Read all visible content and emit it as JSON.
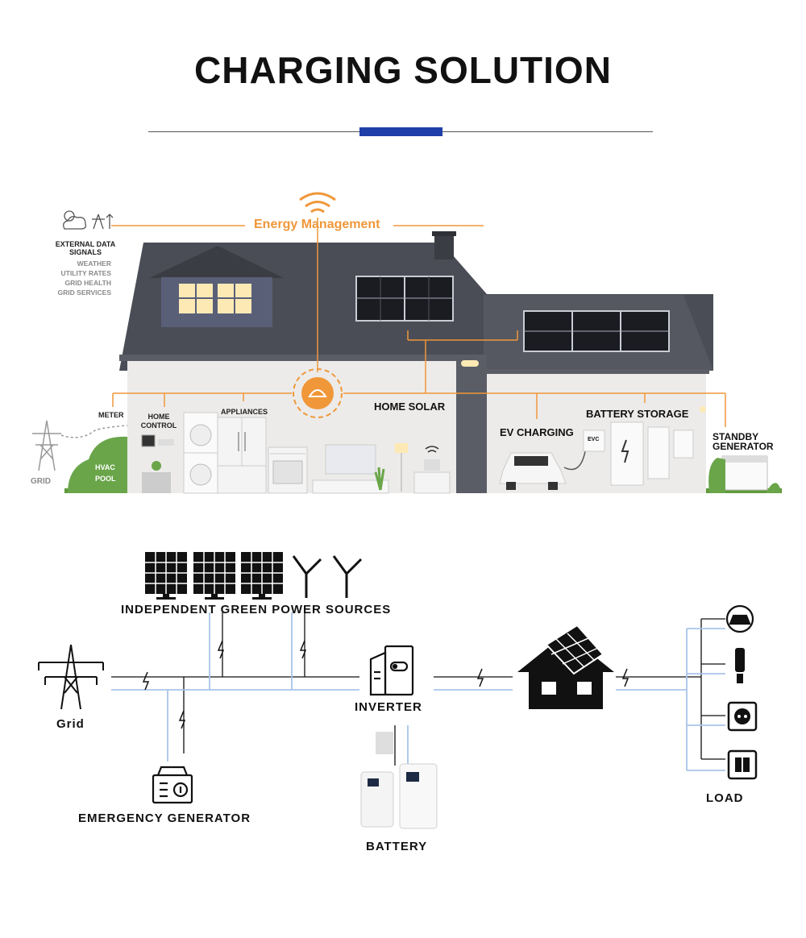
{
  "title": "CHARGING SOLUTION",
  "colors": {
    "accent_blue": "#1f3fa8",
    "orange": "#f0973a",
    "roof": "#4a4d55",
    "wall": "#ecebe9",
    "line_blue": "#a8c4ea"
  },
  "house": {
    "energy_management": "Energy Management",
    "external": {
      "heading": "EXTERNAL DATA SIGNALS",
      "items": [
        "WEATHER",
        "UTILITY RATES",
        "GRID HEALTH",
        "GRID SERVICES"
      ]
    },
    "labels": {
      "meter": "METER",
      "home_control": "HOME CONTROL",
      "appliances": "APPLIANCES",
      "home_solar": "HOME SOLAR",
      "ev_charging": "EV CHARGING",
      "battery_storage": "BATTERY STORAGE",
      "standby_generator": "STANDBY GENERATOR",
      "grid": "GRID",
      "hvac": "HVAC",
      "pool": "POOL",
      "evc": "EVC"
    }
  },
  "diagram": {
    "green_sources": "INDEPENDENT GREEN POWER SOURCES",
    "grid": "Grid",
    "inverter": "INVERTER",
    "battery": "BATTERY",
    "emergency_generator": "EMERGENCY GENERATOR",
    "load": "LOAD"
  }
}
